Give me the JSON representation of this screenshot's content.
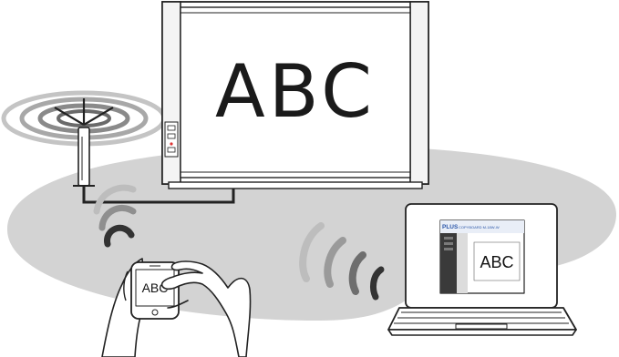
{
  "whiteboard": {
    "text": "ABC"
  },
  "phone": {
    "screen_text": "ABC"
  },
  "laptop": {
    "brand": "PLUS",
    "app_title": "COPYBOARD M-18W-W",
    "screen_text": "ABC"
  },
  "colors": {
    "outline": "#222222",
    "coverage_area": "#d3d3d3",
    "wave_dark": "#7a7a7a",
    "wave_mid": "#9a9a9a",
    "wave_light": "#bdbdbd",
    "app_header": "#2b56a8",
    "app_sidebar": "#3a3a3a"
  },
  "icons": [
    "wireless-router-icon",
    "wifi-waves-icon",
    "smartphone-icon",
    "laptop-icon",
    "copyboard-icon",
    "hands-icon"
  ]
}
